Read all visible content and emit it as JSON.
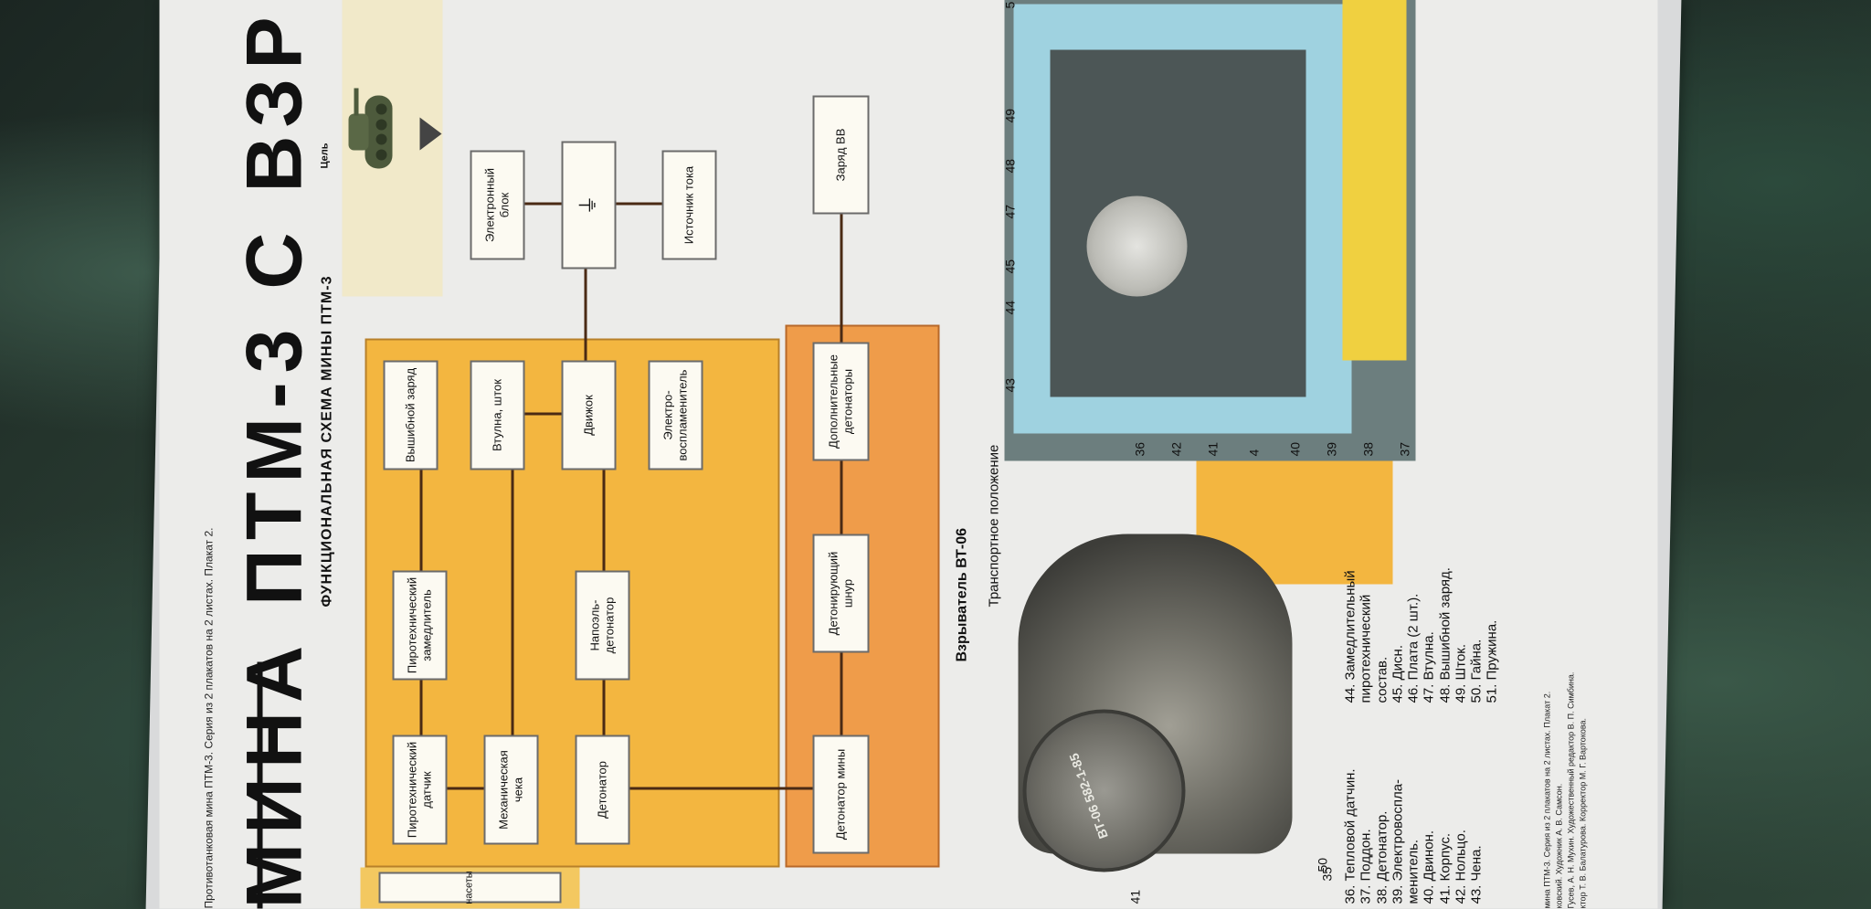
{
  "poster": {
    "series_line": "Противотанковая мина ПТМ-3. Серия из 2 плакатов на 2 листах. Плакат 2.",
    "title": "МИНА ПТМ-3 С ВЗР",
    "subtitle": "ФУНКЦИОНАЛЬНАЯ СХЕМА МИНЫ ПТМ-3",
    "target_label": "Цель",
    "left_strip_label": "насеты",
    "blocks": {
      "pyro_sensor": "Пиротехнический датчик",
      "mech_pin": "Механическая чека",
      "detonator": "Детонатор",
      "pyro_delay": "Пиротехнический замедлитель",
      "cap_detonator": "Напоэль-детонатор",
      "expel_charge": "Вышибной заряд",
      "sleeve_rod": "Втулна, шток",
      "slider": "Движок",
      "electro_igniter": "Электро-воспламенитель",
      "electronic_unit": "Электронный блок",
      "power_source": "Источник тока",
      "mine_detonator": "Детонатор мины",
      "det_cord": "Детонирующий шнур",
      "extra_detonators": "Дополнительные детонаторы",
      "explosive_charge": "Заряд ВВ"
    },
    "fuze_title": "Взрыватель ВТ-06",
    "fuze_sub": "Транспортное положение",
    "photo_marking": "ВТ-06 582-1-85",
    "numbers": [
      "43",
      "44",
      "45",
      "47",
      "48",
      "49",
      "5",
      "36",
      "42",
      "41",
      "4",
      "40",
      "39",
      "38",
      "37",
      "50",
      "41",
      "35"
    ],
    "legend_left": [
      "36. Тепловой датчин.",
      "37. Поддон.",
      "38. Детонатор.",
      "39. Электровоспла-",
      "менитель.",
      "40. Двинон.",
      "41. Корпус.",
      "42. Нольцо.",
      "43. Чена."
    ],
    "legend_right": [
      "44. Замедлительный",
      "пиротехнический",
      "состав.",
      "45. Дисн.",
      "46. Плата (2 шт.).",
      "47. Втулна.",
      "48. Вышибной заряд.",
      "49. Шток.",
      "50. Гайна.",
      "51. Пружина."
    ],
    "credits": [
      "мина ПТМ-3. Серия из 2 плакатов на 2 листах. Плакат 2.",
      "ковский. Художник А. В. Самсон.",
      "Гусев, А. Н. Мухин. Художественный редактор В. П. Симбина.",
      "ктор Т. В. Балатурова. Корректор М. Г. Вартокова."
    ]
  }
}
